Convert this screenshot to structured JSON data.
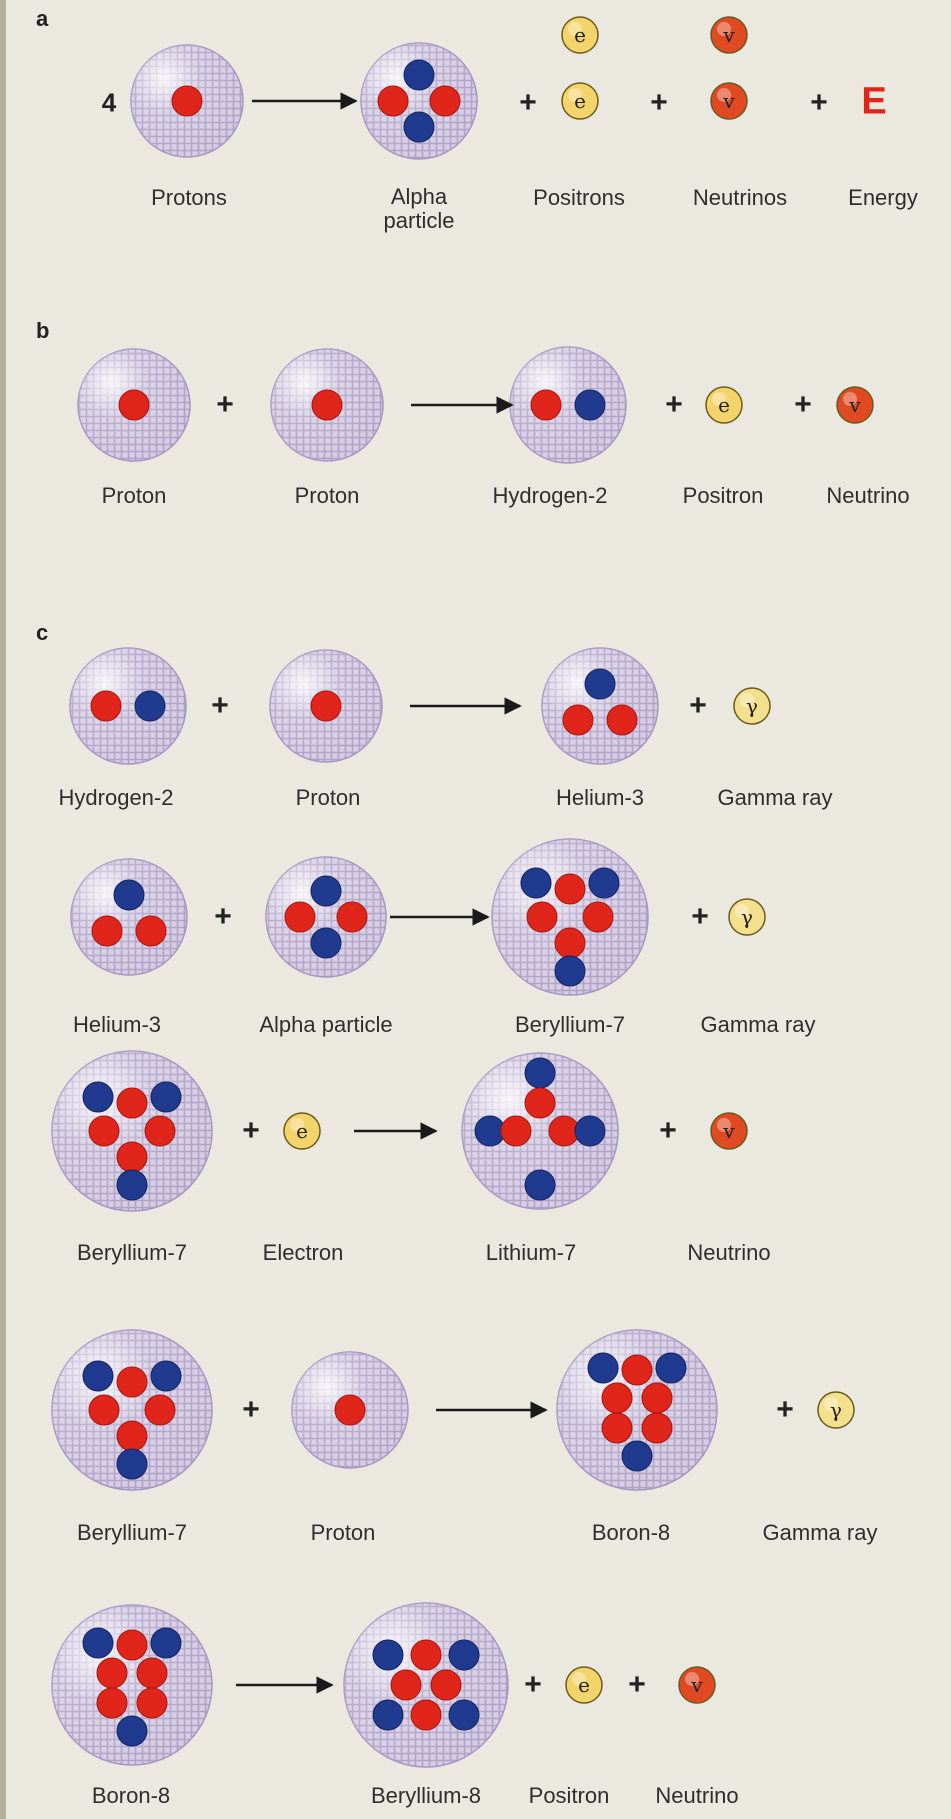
{
  "colors": {
    "proton": "#e0261b",
    "neutron": "#1f3a8f",
    "particle_yellow": "#f3d46a",
    "particle_red": "#e04a22",
    "nucleus_fill": "#c9bcd9",
    "energy": "#e0261b"
  },
  "icons": [
    "arrow-right-icon",
    "positron-icon",
    "neutrino-icon",
    "gamma-ray-icon",
    "electron-icon"
  ],
  "section_a": {
    "letter": "a",
    "coefficient": "4",
    "energy_symbol": "E",
    "labels": {
      "protons": "Protons",
      "alpha": "Alpha\nparticle",
      "positrons": "Positrons",
      "neutrinos": "Neutrinos",
      "energy": "Energy"
    }
  },
  "section_b": {
    "letter": "b",
    "labels": {
      "proton1": "Proton",
      "proton2": "Proton",
      "hydrogen2": "Hydrogen-2",
      "positron": "Positron",
      "neutrino": "Neutrino"
    }
  },
  "section_c": {
    "letter": "c",
    "r1": {
      "hydrogen2": "Hydrogen-2",
      "proton": "Proton",
      "helium3": "Helium-3",
      "gamma": "Gamma ray"
    },
    "r2": {
      "helium3": "Helium-3",
      "alpha": "Alpha particle",
      "beryllium7": "Beryllium-7",
      "gamma": "Gamma ray"
    },
    "r3": {
      "beryllium7": "Beryllium-7",
      "electron": "Electron",
      "lithium7": "Lithium-7",
      "neutrino": "Neutrino"
    },
    "r4": {
      "beryllium7": "Beryllium-7",
      "proton": "Proton",
      "boron8": "Boron-8",
      "gamma": "Gamma ray"
    },
    "r5": {
      "boron8": "Boron-8",
      "beryllium8": "Beryllium-8",
      "positron": "Positron",
      "neutrino": "Neutrino"
    }
  },
  "symbols": {
    "positron": "e",
    "electron": "e",
    "neutrino": "v",
    "gamma": "γ",
    "plus": "+"
  }
}
